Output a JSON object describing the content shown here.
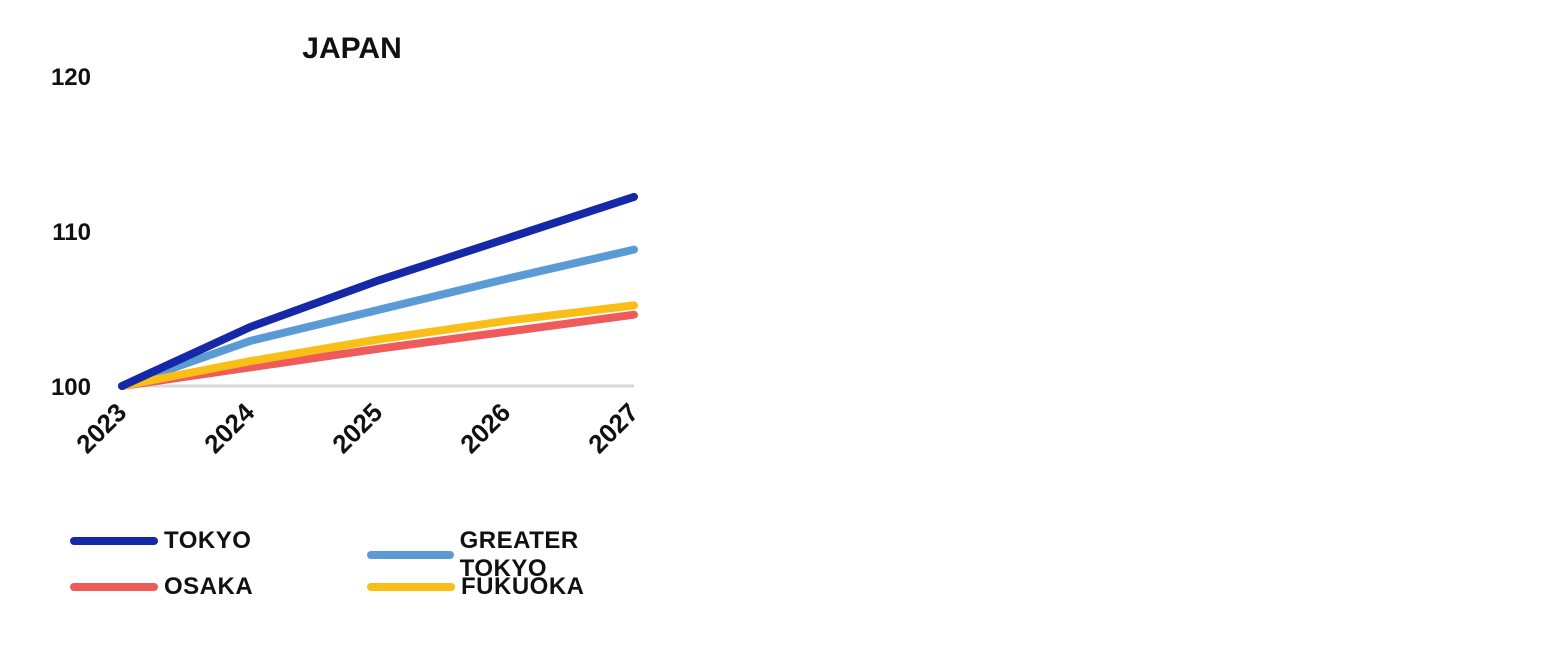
{
  "chart_data": {
    "type": "line",
    "title": "JAPAN",
    "x": [
      "2023",
      "2024",
      "2025",
      "2026",
      "2027"
    ],
    "ylim": [
      100,
      120
    ],
    "yticks": [
      "100",
      "110",
      "120"
    ],
    "grid": false,
    "legend_position": "bottom",
    "series": [
      {
        "name": "TOKYO",
        "color": "#1428a8",
        "values": [
          100,
          103.8,
          106.8,
          109.5,
          112.2
        ]
      },
      {
        "name": "GREATER TOKYO",
        "color": "#5b9bd5",
        "values": [
          100,
          102.9,
          104.9,
          106.9,
          108.8
        ]
      },
      {
        "name": "OSAKA",
        "color": "#ef5a5a",
        "values": [
          100,
          101.2,
          102.4,
          103.5,
          104.6
        ]
      },
      {
        "name": "FUKUOKA",
        "color": "#f9bf17",
        "values": [
          100,
          101.6,
          103.0,
          104.2,
          105.2
        ]
      }
    ]
  }
}
